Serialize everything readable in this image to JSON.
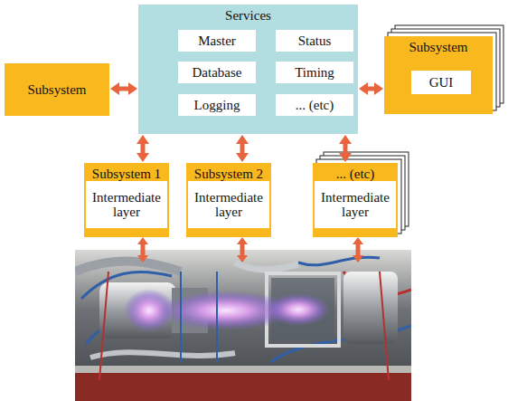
{
  "diagram": {
    "nodes": [
      {
        "text": [
          "Services"
        ]
      },
      {
        "text": [
          "Master"
        ],
        "in": 0
      },
      {
        "text": [
          "Status"
        ],
        "in": 0
      },
      {
        "text": [
          "Database"
        ],
        "in": 0
      },
      {
        "text": [
          "Timing"
        ],
        "in": 0
      },
      {
        "text": [
          "Logging"
        ],
        "in": 0
      },
      {
        "text": [
          "... (etc)"
        ],
        "in": 0
      },
      {
        "text": [
          "Subsystem"
        ]
      },
      {
        "text": [
          "Subsystem"
        ]
      },
      {
        "text": [
          "GUI"
        ],
        "in": 8
      },
      {
        "text": [
          "Subsystem 1"
        ]
      },
      {
        "text": [
          "Intermediate layer"
        ],
        "in": 10
      },
      {
        "text": [
          "Subsystem 2"
        ]
      },
      {
        "text": [
          "Intermediate layer"
        ],
        "in": 12
      },
      {
        "text": [
          "... (etc)"
        ]
      },
      {
        "text": [
          "Intermediate layer"
        ],
        "in": 14
      }
    ],
    "edges": [
      {
        "from": 7,
        "to": 0,
        "arrow": "both"
      },
      {
        "from": 0,
        "to": 8,
        "arrow": "both"
      },
      {
        "from": 0,
        "to": 10,
        "arrow": "both"
      },
      {
        "from": 0,
        "to": 12,
        "arrow": "both"
      },
      {
        "from": 0,
        "to": 14,
        "arrow": "both"
      }
    ]
  }
}
